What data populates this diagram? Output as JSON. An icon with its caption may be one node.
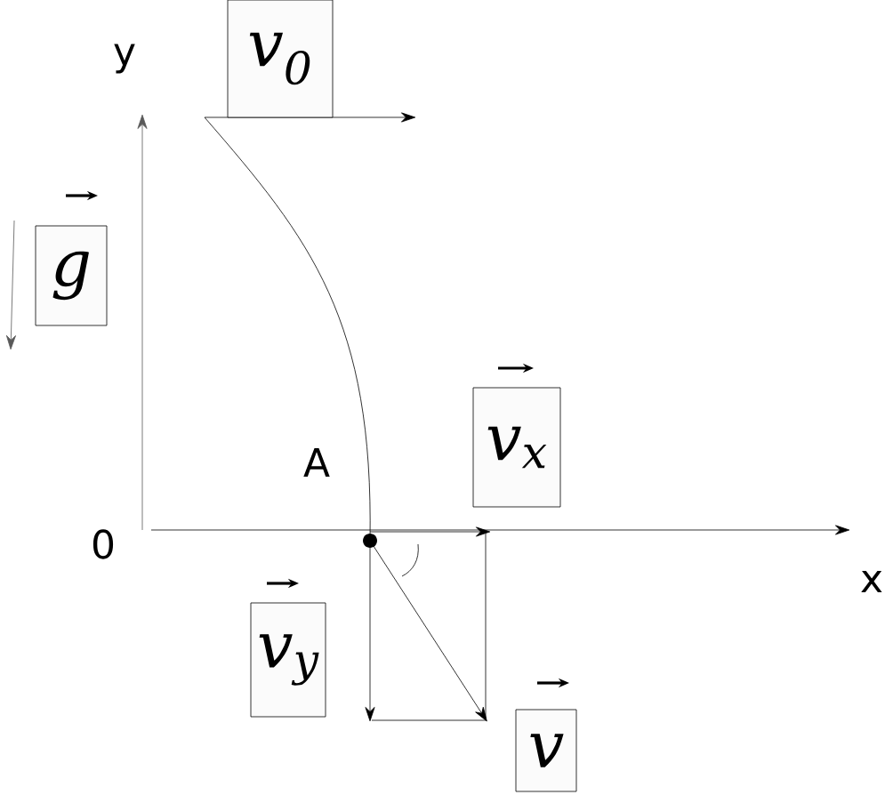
{
  "diagram": {
    "nodes": [
      {
        "text": [
          "v$_{0}$"
        ]
      },
      {
        "text": [
          "g"
        ]
      },
      {
        "text": [
          "v$_{x}$"
        ]
      },
      {
        "text": [
          "v$_{y}$"
        ]
      },
      {
        "text": [
          "v"
        ]
      }
    ],
    "labels": [
      "y",
      "x",
      "0",
      "A"
    ]
  }
}
